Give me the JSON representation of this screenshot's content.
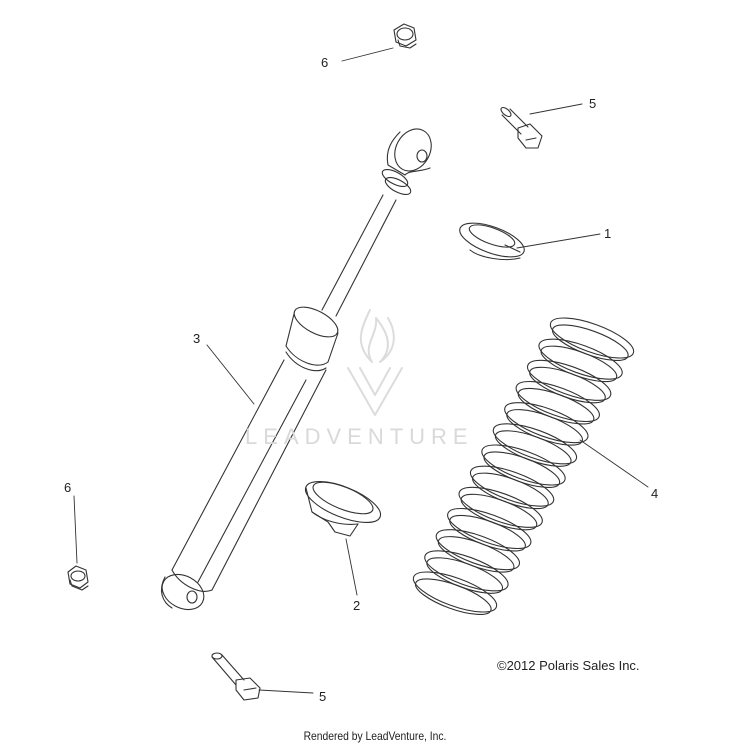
{
  "callouts": {
    "c1": "1",
    "c2": "2",
    "c3": "3",
    "c4": "4",
    "c5_top": "5",
    "c5_bottom": "5",
    "c6_top": "6",
    "c6_left": "6"
  },
  "copyright": "©2012 Polaris Sales Inc.",
  "watermark": "LEADVENTURE",
  "footer": "Rendered by LeadVenture, Inc."
}
